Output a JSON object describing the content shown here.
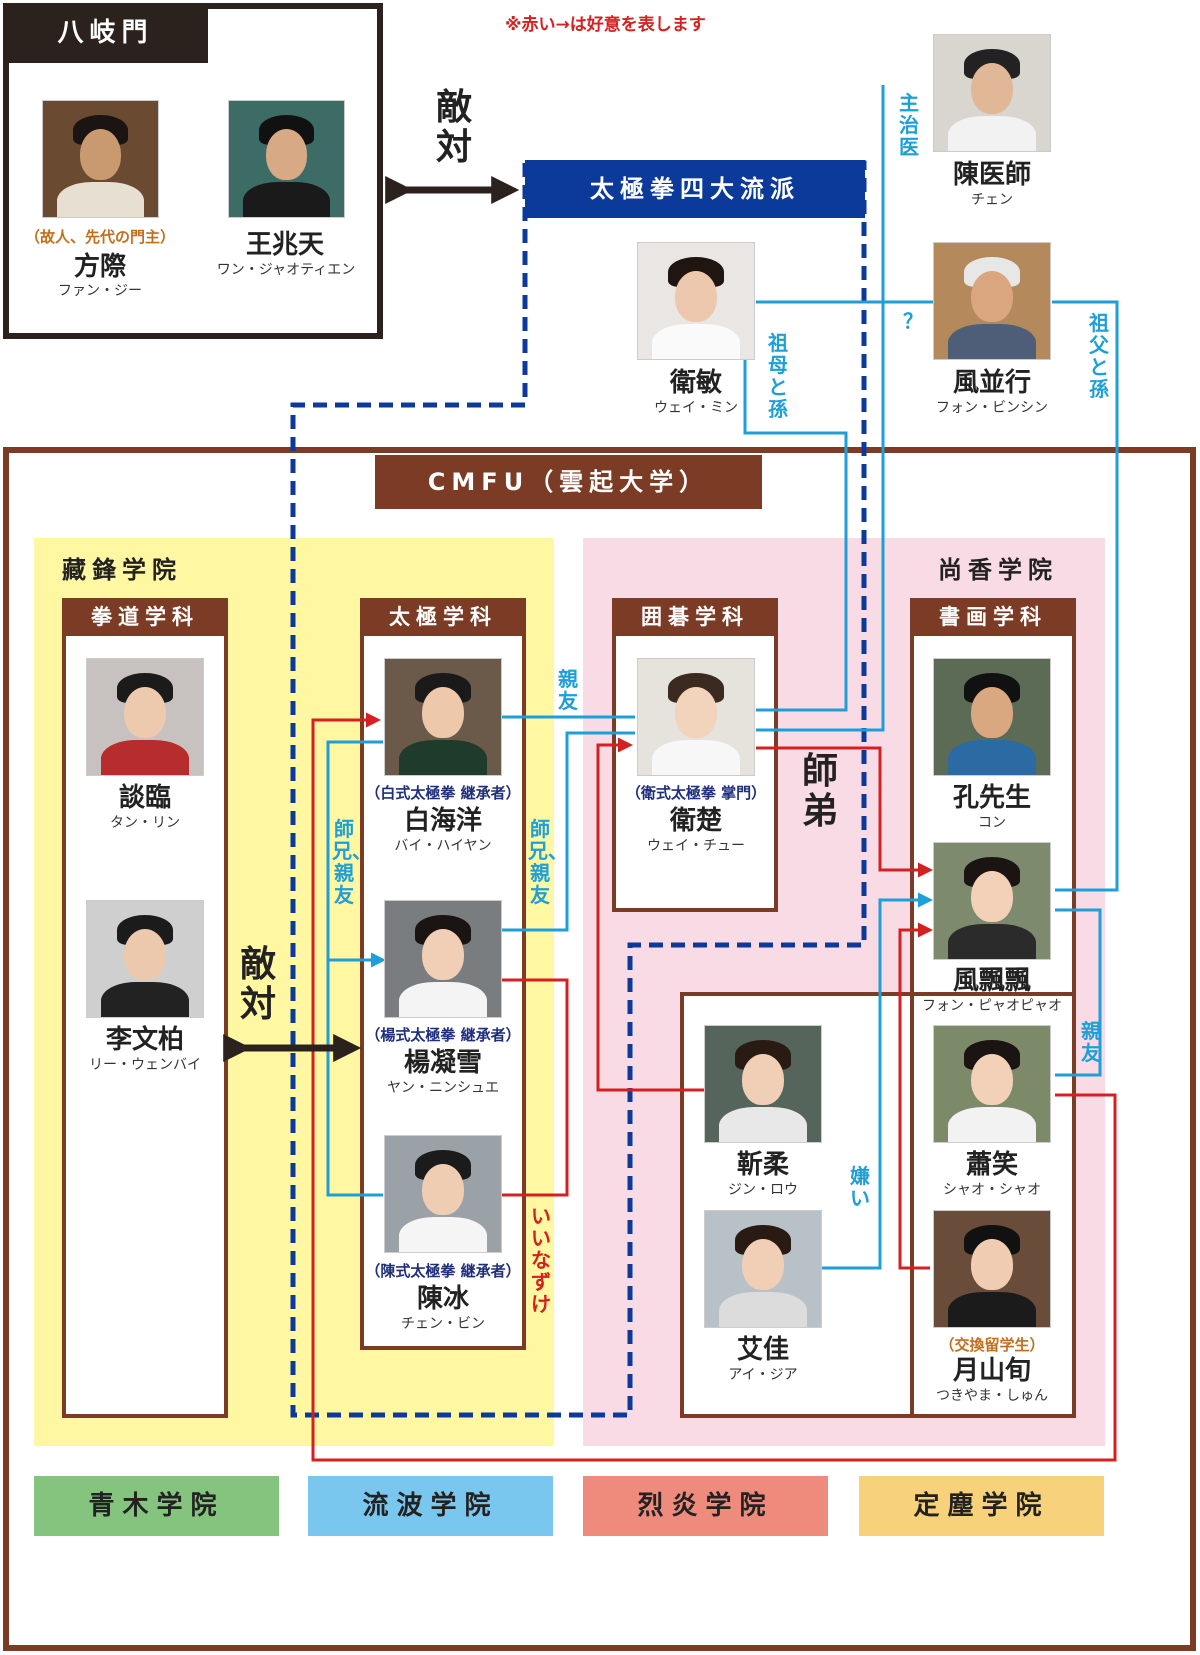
{
  "note": "※赤い→は好意を表します",
  "factions": {
    "bakimon": {
      "title": "八岐門"
    },
    "taiji": {
      "title": "太極拳四大流派"
    },
    "cmfu": {
      "title": "CMFU（雲起大学）"
    }
  },
  "labels": {
    "rivalry_top": "敵対",
    "rivalry_mid": "敵対",
    "shitei": "師弟",
    "zangfeng": "藏鋒学院",
    "shangxiang": "尚香学院"
  },
  "departments": {
    "kendo": "拳道学科",
    "taiji": "太極学科",
    "weiqi": "囲碁学科",
    "shoga": "書画学科"
  },
  "people": {
    "fangji": {
      "role": "（故人、先代の門主）",
      "name": "方際",
      "kana": "ファン・ジー"
    },
    "wangzhaotian": {
      "name": "王兆天",
      "kana": "ワン・ジャオティエン"
    },
    "chen_doctor": {
      "name": "陳医師",
      "kana": "チェン"
    },
    "weimin": {
      "name": "衛敏",
      "kana": "ウェイ・ミン"
    },
    "fengbingxing": {
      "name": "風並行",
      "kana": "フォン・ビンシン"
    },
    "tanlin": {
      "name": "談臨",
      "kana": "タン・リン"
    },
    "liwenbai": {
      "name": "李文柏",
      "kana": "リー・ウェンバイ"
    },
    "baihaiyang": {
      "role": "（白式太極拳 継承者）",
      "name": "白海洋",
      "kana": "バイ・ハイヤン"
    },
    "yangningxue": {
      "role": "（楊式太極拳 継承者）",
      "name": "楊凝雪",
      "kana": "ヤン・ニンシュエ"
    },
    "chenbing": {
      "role": "（陳式太極拳 継承者）",
      "name": "陳冰",
      "kana": "チェン・ビン"
    },
    "weichu": {
      "role": "（衛式太極拳 掌門）",
      "name": "衛楚",
      "kana": "ウェイ・チュー"
    },
    "kong": {
      "name": "孔先生",
      "kana": "コン"
    },
    "fengpiaopiao": {
      "name": "風飄飄",
      "kana": "フォン・ピャオピャオ"
    },
    "jinrou": {
      "name": "靳柔",
      "kana": "ジン・ロウ"
    },
    "xiaoxiao": {
      "name": "蕭笑",
      "kana": "シャオ・シャオ"
    },
    "aijia": {
      "name": "艾佳",
      "kana": "アイ・ジア"
    },
    "tsukiyama": {
      "role": "（交換留学生）",
      "name": "月山旬",
      "kana": "つきやま・しゅん"
    }
  },
  "relations": {
    "shujii": "主治医",
    "question": "？",
    "sobo": "祖母と孫",
    "sofu": "祖父と孫",
    "shinyu_top": "親友",
    "shikei_left": "師兄、親友",
    "shikei_right": "師兄、親友",
    "iinazuke": "いいなずけ",
    "kirai": "嫌い",
    "shinyu_right": "親友"
  },
  "schools": [
    "青木学院",
    "流波学院",
    "烈炎学院",
    "定塵学院"
  ],
  "colors": {
    "dark": "#2b211d",
    "navy": "#0c3a9b",
    "brown": "#7b3b24",
    "blue_line": "#1f9fd8",
    "red_line": "#d42020",
    "yellow_bg": "#fff7a1",
    "pink_bg": "#f9dbe6",
    "qingmu": "#85c47f",
    "liubo": "#79c6ee",
    "lieyan": "#ef8b7d",
    "dingchen": "#f8d27a"
  }
}
